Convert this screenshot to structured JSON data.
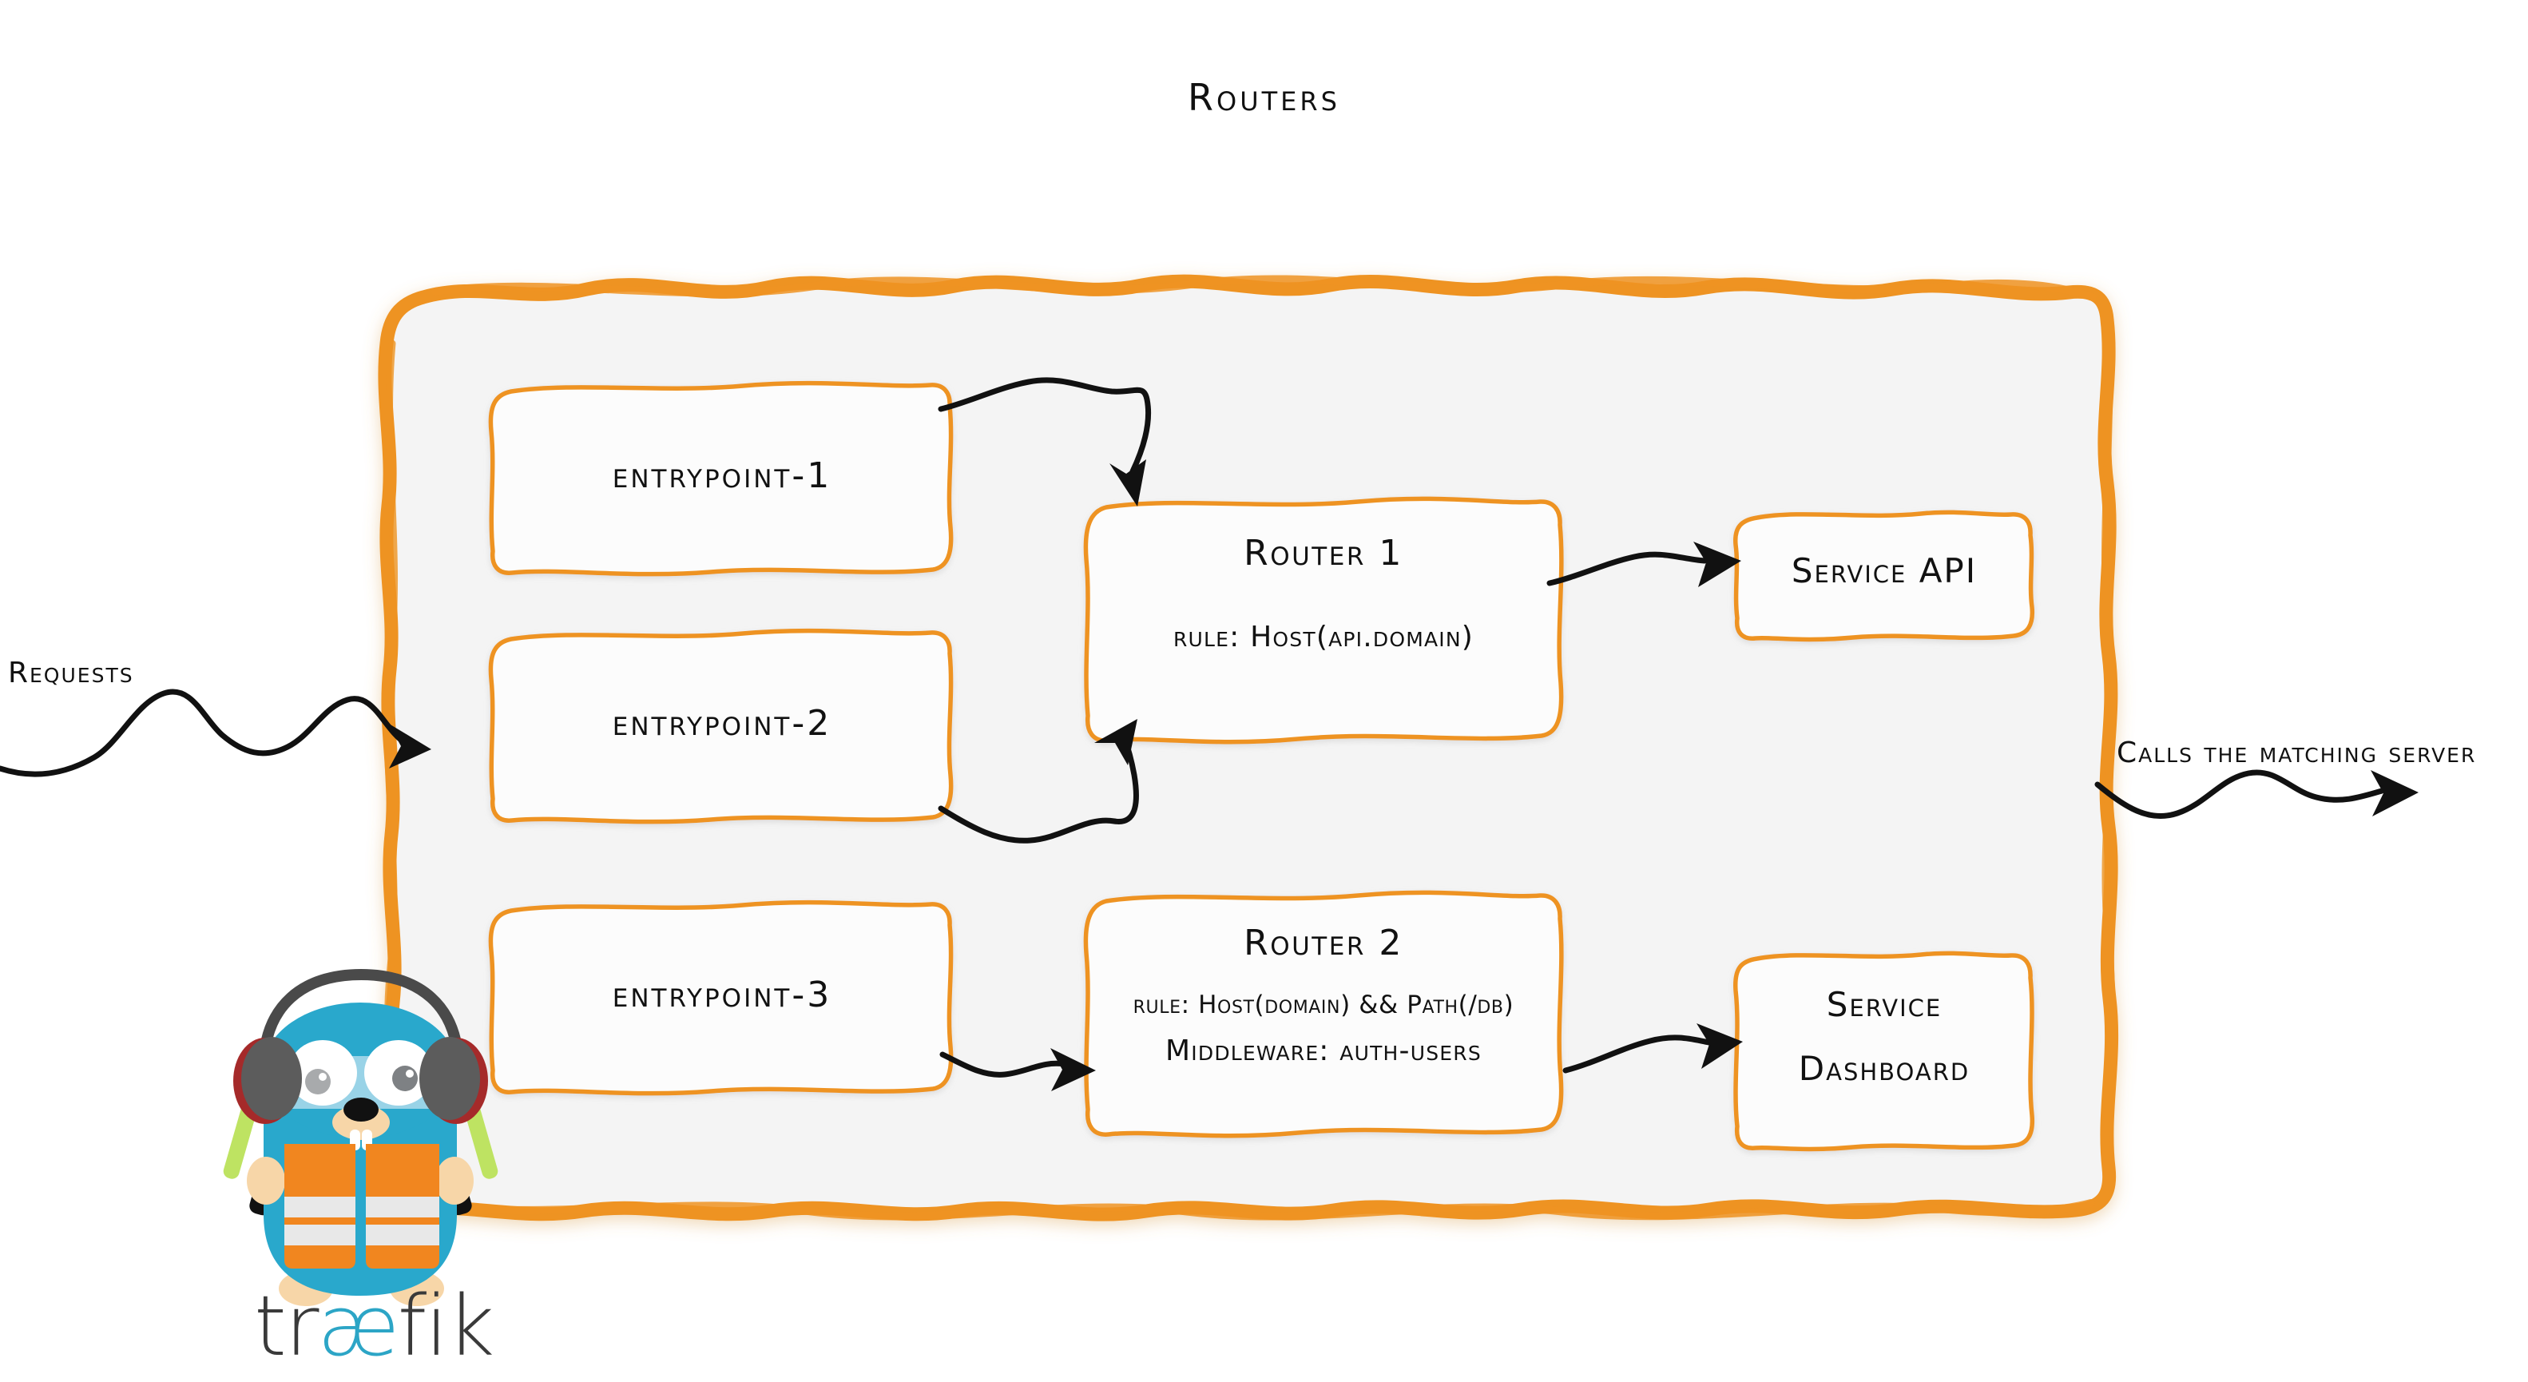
{
  "diagram": {
    "title": "Routers",
    "colors": {
      "accent_orange": "#EE9322",
      "panel_fill": "#F4F4F4",
      "node_fill": "#FCFCFC",
      "ink": "#111111",
      "traefik_cyan": "#2CA5C6",
      "traefik_dark": "#3A3A3A",
      "vest_orange": "#F1861F"
    },
    "entrypoints": [
      {
        "label": "entrypoint-1"
      },
      {
        "label": "entrypoint-2"
      },
      {
        "label": "entrypoint-3"
      }
    ],
    "routers": [
      {
        "name": "Router 1",
        "lines": [
          "rule: Host(api.domain)"
        ]
      },
      {
        "name": "Router 2",
        "lines": [
          "rule: Host(domain) && Path(/db)",
          "Middleware: auth-users"
        ]
      }
    ],
    "services": [
      {
        "lines": [
          "Service API"
        ]
      },
      {
        "lines": [
          "Service",
          "Dashboard"
        ]
      }
    ],
    "annotations": {
      "left": "Requests",
      "right": "Calls the matching server"
    },
    "logo": {
      "wordmark_pre": "tr",
      "wordmark_ae": "æ",
      "wordmark_post": "fik",
      "mascot": "traefik-gopher"
    }
  }
}
